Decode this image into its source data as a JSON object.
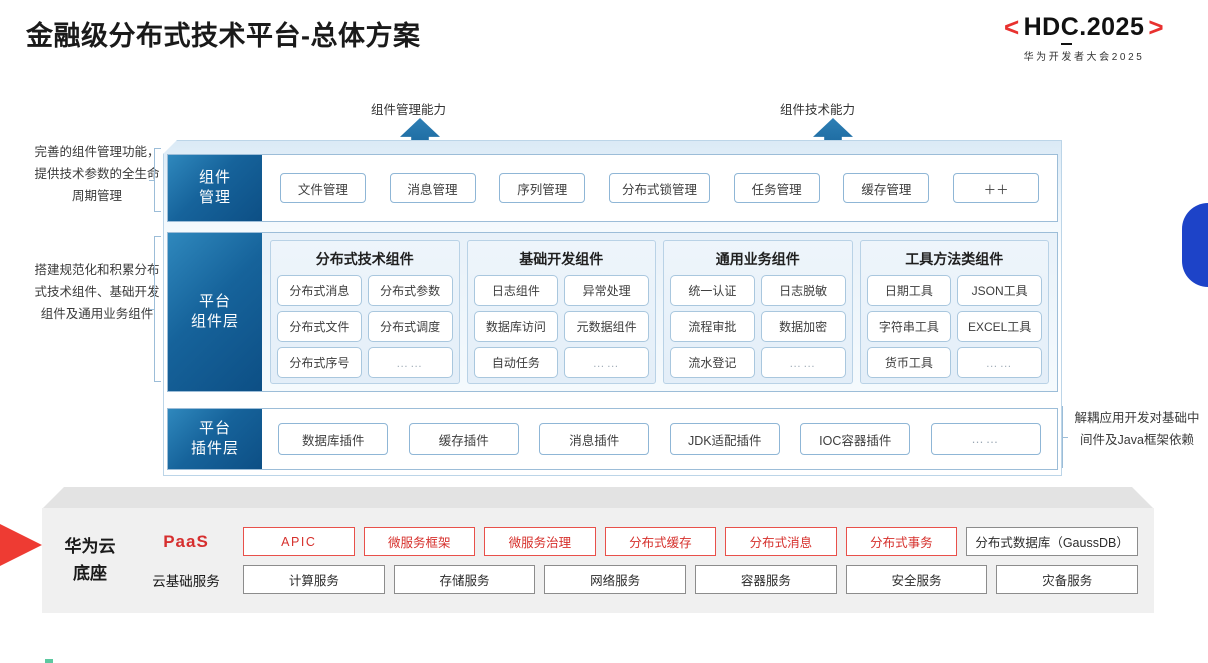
{
  "header": {
    "title": "金融级分布式技术平台-总体方案",
    "logo": {
      "bracket_left": "<",
      "main": "HDC.2025",
      "bracket_right": ">",
      "subtitle": "华为开发者大会2025",
      "accent_color": "#e8312f"
    }
  },
  "capabilities": [
    {
      "label": "组件管理能力",
      "icon": "arrow-up-icon"
    },
    {
      "label": "组件技术能力",
      "icon": "arrow-up-icon"
    }
  ],
  "side_notes": {
    "left_top": "完善的组件管理功能，提供技术参数的全生命周期管理",
    "left_bottom": "搭建规范化和积累分布式技术组件、基础开发组件及通用业务组件",
    "right": "解耦应用开发对基础中间件及Java框架依赖"
  },
  "layers": {
    "management": {
      "label_line1": "组件",
      "label_line2": "管理",
      "items": [
        "文件管理",
        "消息管理",
        "序列管理",
        "分布式锁管理",
        "任务管理",
        "缓存管理",
        "＋＋"
      ]
    },
    "component": {
      "label_line1": "平台",
      "label_line2": "组件层",
      "columns": [
        {
          "title": "分布式技术组件",
          "cells": [
            "分布式消息",
            "分布式参数",
            "分布式文件",
            "分布式调度",
            "分布式序号",
            "……"
          ]
        },
        {
          "title": "基础开发组件",
          "cells": [
            "日志组件",
            "异常处理",
            "数据库访问",
            "元数据组件",
            "自动任务",
            "……"
          ]
        },
        {
          "title": "通用业务组件",
          "cells": [
            "统一认证",
            "日志脱敏",
            "流程审批",
            "数据加密",
            "流水登记",
            "……"
          ]
        },
        {
          "title": "工具方法类组件",
          "cells": [
            "日期工具",
            "JSON工具",
            "字符串工具",
            "EXCEL工具",
            "货币工具",
            "……"
          ]
        }
      ]
    },
    "plugin": {
      "label_line1": "平台",
      "label_line2": "插件层",
      "items": [
        "数据库插件",
        "缓存插件",
        "消息插件",
        "JDK适配插件",
        "IOC容器插件",
        "……"
      ]
    }
  },
  "base": {
    "title_line1": "华为云",
    "title_line2": "底座",
    "rows": [
      {
        "label": "PaaS",
        "label_style": "paas",
        "chips": [
          {
            "text": "APIC",
            "style": "red"
          },
          {
            "text": "微服务框架",
            "style": "red"
          },
          {
            "text": "微服务治理",
            "style": "red"
          },
          {
            "text": "分布式缓存",
            "style": "red"
          },
          {
            "text": "分布式消息",
            "style": "red"
          },
          {
            "text": "分布式事务",
            "style": "red"
          },
          {
            "text": "分布式数据库（GaussDB）",
            "style": "gray",
            "wide": true
          }
        ]
      },
      {
        "label": "云基础服务",
        "label_style": "infra",
        "chips": [
          {
            "text": "计算服务",
            "style": "gray"
          },
          {
            "text": "存储服务",
            "style": "gray"
          },
          {
            "text": "网络服务",
            "style": "gray"
          },
          {
            "text": "容器服务",
            "style": "gray"
          },
          {
            "text": "安全服务",
            "style": "gray"
          },
          {
            "text": "灾备服务",
            "style": "gray"
          }
        ]
      }
    ]
  },
  "colors": {
    "layer_label_blue": "#16639b",
    "accent_red": "#e8312f",
    "decor_blue": "#1d43c8",
    "base_bg": "#f0f0f0"
  }
}
